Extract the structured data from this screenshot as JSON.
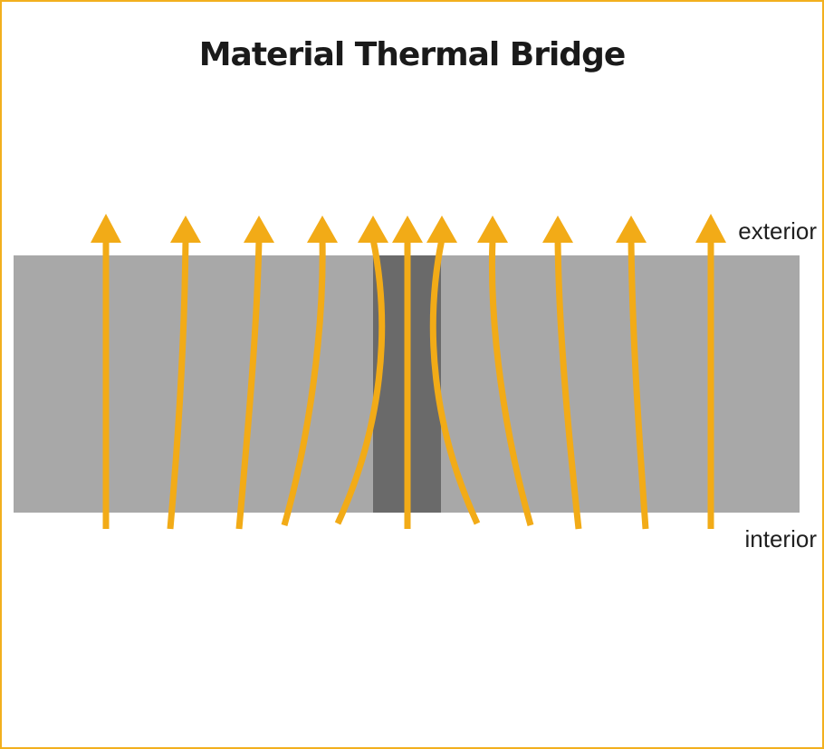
{
  "title": "Material Thermal Bridge",
  "labels": {
    "exterior": "exterior",
    "interior": "interior"
  },
  "colors": {
    "frame": "#f2b01e",
    "arrow": "#f2ab17",
    "wall": "#a8a8a8",
    "bridge": "#6a6a6a",
    "text": "#1a1a1a"
  }
}
